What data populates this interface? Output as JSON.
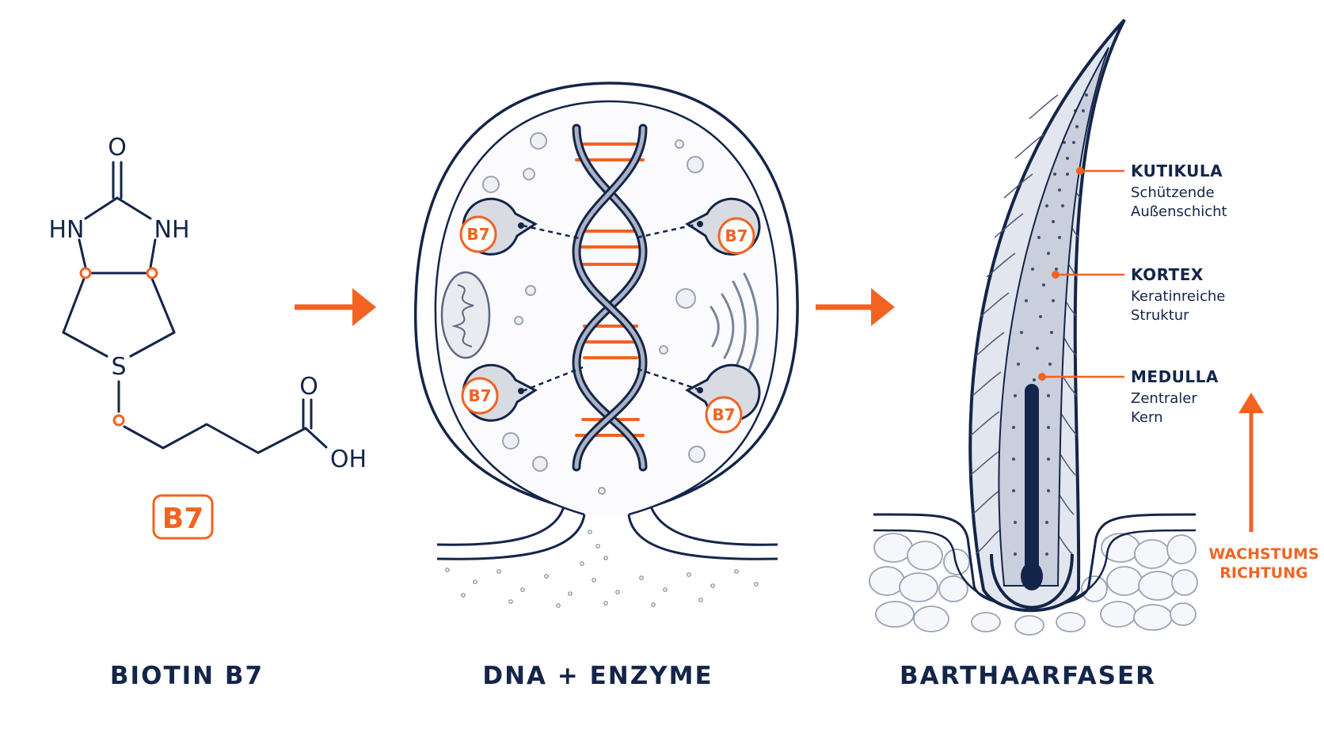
{
  "molecule": {
    "atoms": {
      "o_top": "O",
      "hn_left": "HN",
      "nh_right": "NH",
      "s": "S",
      "o_acid": "O",
      "oh": "OH"
    },
    "badge": "B7"
  },
  "cell": {
    "enzyme_badge": "B7"
  },
  "hair": {
    "layers": [
      {
        "title": "KUTIKULA",
        "line1": "Schützende",
        "line2": "Außenschicht"
      },
      {
        "title": "KORTEX",
        "line1": "Keratinreiche",
        "line2": "Struktur"
      },
      {
        "title": "MEDULLA",
        "line1": "Zentraler",
        "line2": "Kern"
      }
    ],
    "growth": {
      "line1": "WACHSTUMS",
      "line2": "RICHTUNG"
    }
  },
  "captions": {
    "left": "BIOTIN B7",
    "middle": "DNA + ENZYME",
    "right": "BARTHAARFASER"
  },
  "colors": {
    "navy": "#14254a",
    "orange": "#f26322",
    "light_gray": "#d8dbe2"
  }
}
